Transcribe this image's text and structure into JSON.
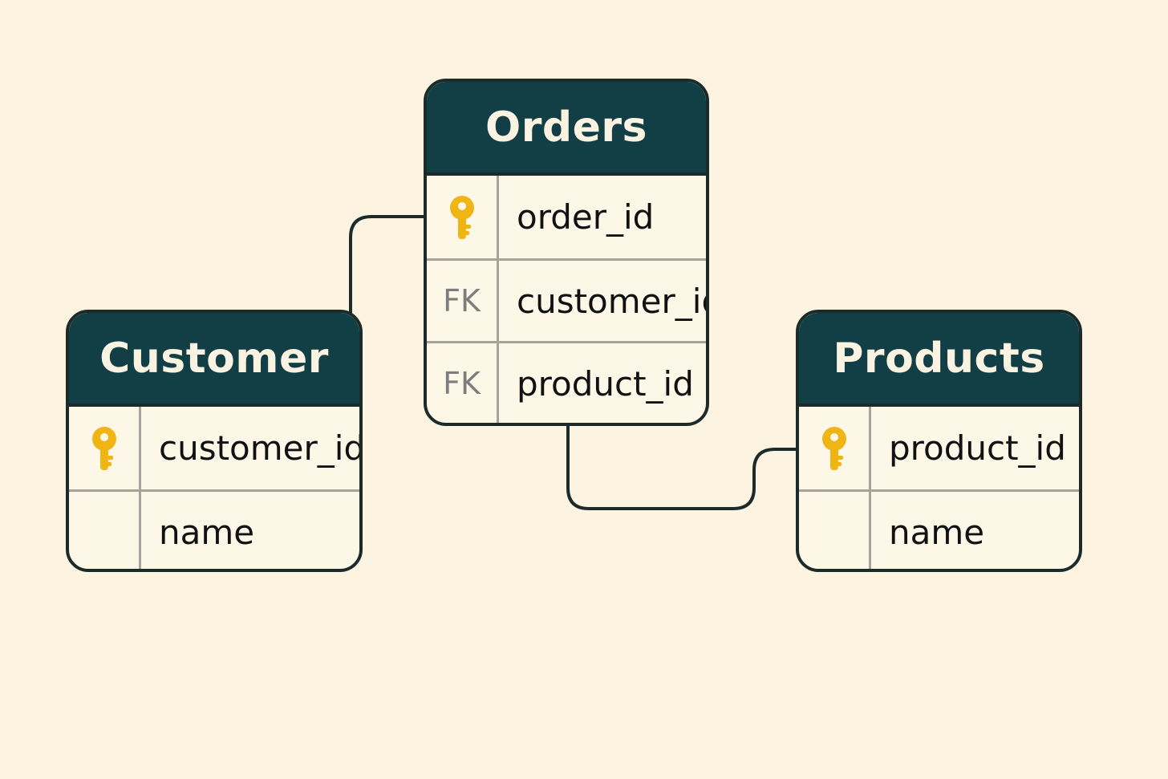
{
  "colors": {
    "background": "#fcf3e1",
    "header": "#123f45",
    "header_text": "#fbf3e2",
    "border": "#1c2b2a",
    "row_divider": "#a8a39a",
    "key": "#f0b514",
    "fk_text": "#7d7d7d"
  },
  "entities": {
    "orders": {
      "title": "Orders",
      "rows": [
        {
          "marker": "key-icon",
          "field": "order_id"
        },
        {
          "marker": "FK",
          "field": "customer_id"
        },
        {
          "marker": "FK",
          "field": "product_id"
        }
      ]
    },
    "customer": {
      "title": "Customer",
      "rows": [
        {
          "marker": "key-icon",
          "field": "customer_id"
        },
        {
          "marker": "",
          "field": "name"
        }
      ]
    },
    "products": {
      "title": "Products",
      "rows": [
        {
          "marker": "key-icon",
          "field": "product_id"
        },
        {
          "marker": "",
          "field": "name"
        }
      ]
    }
  },
  "relationships": [
    {
      "from": "customer",
      "to": "orders.order_id"
    },
    {
      "from": "orders",
      "to": "products.product_id"
    }
  ]
}
